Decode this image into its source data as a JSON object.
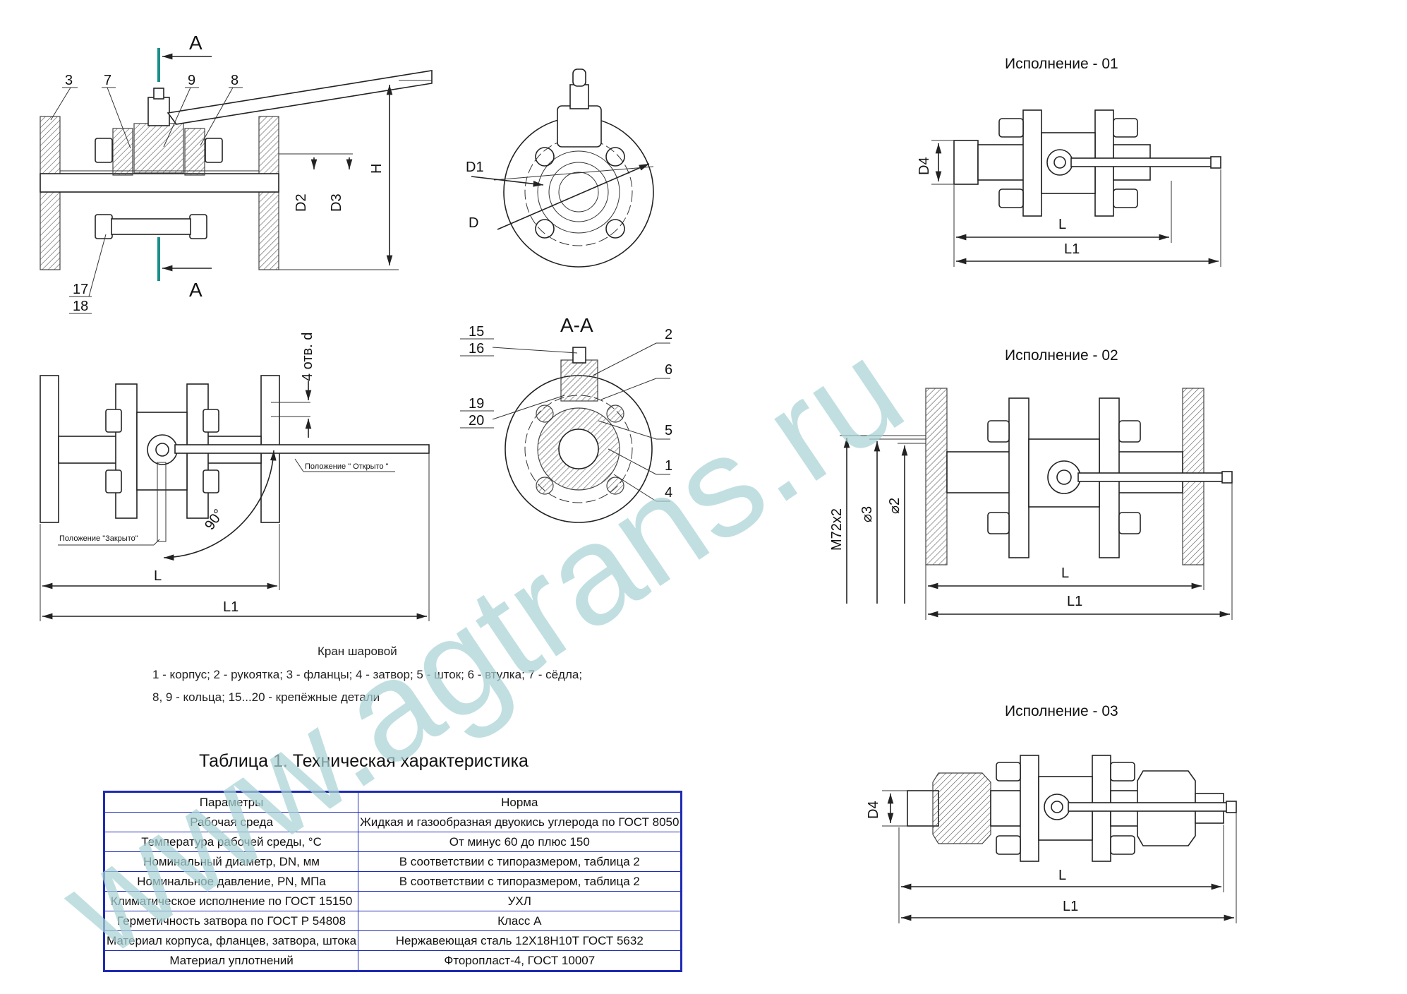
{
  "main_view": {
    "section_a_top": "A",
    "section_a_bottom": "A",
    "callouts": [
      "3",
      "7",
      "9",
      "8"
    ],
    "callout_17": "17",
    "callout_18": "18",
    "dim_h": "H",
    "dim_d2": "D2",
    "dim_d3": "D3"
  },
  "end_view": {
    "dim_d1": "D1",
    "dim_d": "D"
  },
  "section_view": {
    "title": "А-А",
    "callouts": [
      "15",
      "16",
      "2",
      "6",
      "19",
      "20",
      "5",
      "1",
      "4"
    ]
  },
  "plan_view": {
    "holes_label": "4 отв. d",
    "open_label": "Положение \" Открыто \"",
    "closed_label": "Положение \"Закрыто\"",
    "angle_label": "90°",
    "dim_l": "L",
    "dim_l1": "L1"
  },
  "variants": [
    {
      "title": "Исполнение - 01",
      "dim_d4": "D4",
      "dim_l": "L",
      "dim_l1": "L1"
    },
    {
      "title": "Исполнение - 02",
      "dim_m": "M72x2",
      "dim_phi3": "⌀3",
      "dim_phi2": "⌀2",
      "dim_l": "L",
      "dim_l1": "L1"
    },
    {
      "title": "Исполнение - 03",
      "dim_d4": "D4",
      "dim_l": "L",
      "dim_l1": "L1"
    }
  ],
  "legend": {
    "title": "Кран шаровой",
    "line1": "1 - корпус; 2 - рукоятка; 3 - фланцы; 4 - затвор; 5 - шток; 6 - втулка; 7 - сёдла;",
    "line2": "8, 9 - кольца; 15...20 - крепёжные детали"
  },
  "table": {
    "title": "Таблица 1. Техническая характеристика",
    "header": [
      "Параметры",
      "Норма"
    ],
    "rows": [
      [
        "Рабочая среда",
        "Жидкая и газообразная двуокись углерода по ГОСТ 8050"
      ],
      [
        "Температура рабочей среды, °С",
        "От минус 60 до плюс 150"
      ],
      [
        "Номинальный диаметр, DN, мм",
        "В соответствии с типоразмером, таблица 2"
      ],
      [
        "Номинальное давление, PN, МПа",
        "В соответствии с типоразмером, таблица 2"
      ],
      [
        "Климатическое исполнение по ГОСТ 15150",
        "УХЛ"
      ],
      [
        "Герметичность затвора по ГОСТ Р 54808",
        "Класс А"
      ],
      [
        "Материал корпуса, фланцев, затвора, штока",
        "Нержавеющая сталь 12Х18Н10Т ГОСТ 5632"
      ],
      [
        "Материал уплотнений",
        "Фторопласт-4, ГОСТ 10007"
      ]
    ]
  },
  "watermark": "www.agtrans.ru",
  "colors": {
    "watermark": "#a9d2d6",
    "table_border": "#1f2bb3",
    "section_line": "#1a8f8a"
  }
}
